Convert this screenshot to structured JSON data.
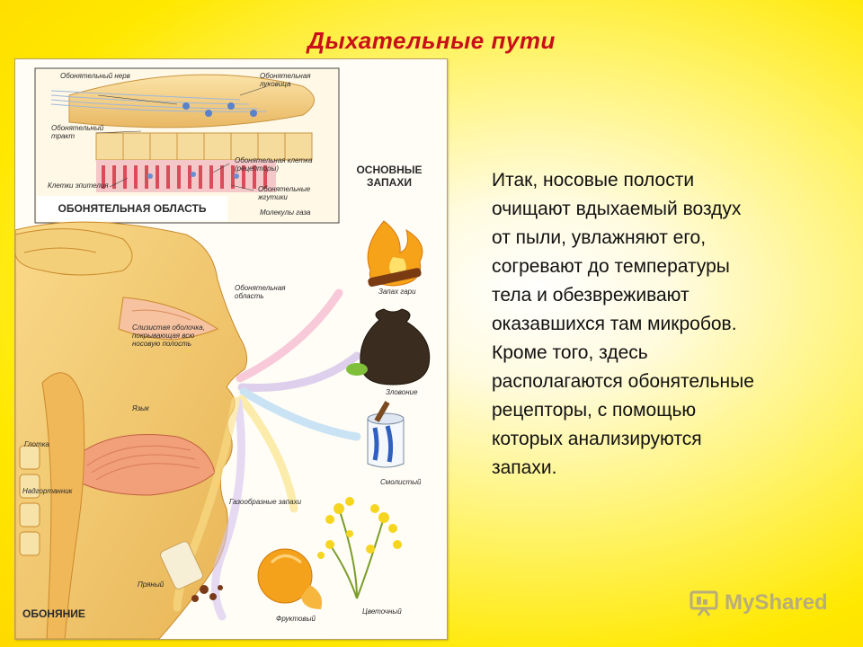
{
  "slide": {
    "title": "Дыхательные пути",
    "body_lines": [
      "Итак, носовые полости",
      "очищают вдыхаемый воздух",
      "от пыли, увлажняют его,",
      "согревают до температуры",
      "тела и обезвреживают",
      "оказавшихся там микробов.",
      "Кроме того, здесь",
      "располагаются обонятельные",
      "рецепторы, с помощью",
      "которых анализируются",
      "запахи."
    ]
  },
  "figure": {
    "inset_labels": {
      "olfactory_nerve": "Обонятельный нерв",
      "olfactory_bulb": "Обонятельная луковица",
      "olfactory_tract": "Обонятельный тракт",
      "olfactory_cell": "Обонятельная клетка (рецепторы)",
      "epithelium_cells": "Клетки эпителия",
      "olfactory_cilia": "Обонятельные жгутики",
      "gas_molecules": "Молекулы газа",
      "region_title": "ОБОНЯТЕЛЬНАЯ ОБЛАСТЬ"
    },
    "anatomy_labels": {
      "olfactory_region": "Обонятельная область",
      "mucosa": "Слизистая оболочка, покрывающая всю носовую полость",
      "tongue": "Язык",
      "pharynx": "Глотка",
      "epiglottis": "Надгортанник",
      "gaseous_odors": "Газообразные запахи"
    },
    "smells_header": "ОСНОВНЫЕ ЗАПАХИ",
    "smells": {
      "burnt": "Запах гари",
      "stench": "Зловоние",
      "resinous": "Смолистый",
      "spicy": "Пряный",
      "fruity": "Фруктовый",
      "floral": "Цветочный"
    },
    "caption": "ОБОНЯНИЕ"
  },
  "watermark": {
    "text": "MyShared"
  }
}
